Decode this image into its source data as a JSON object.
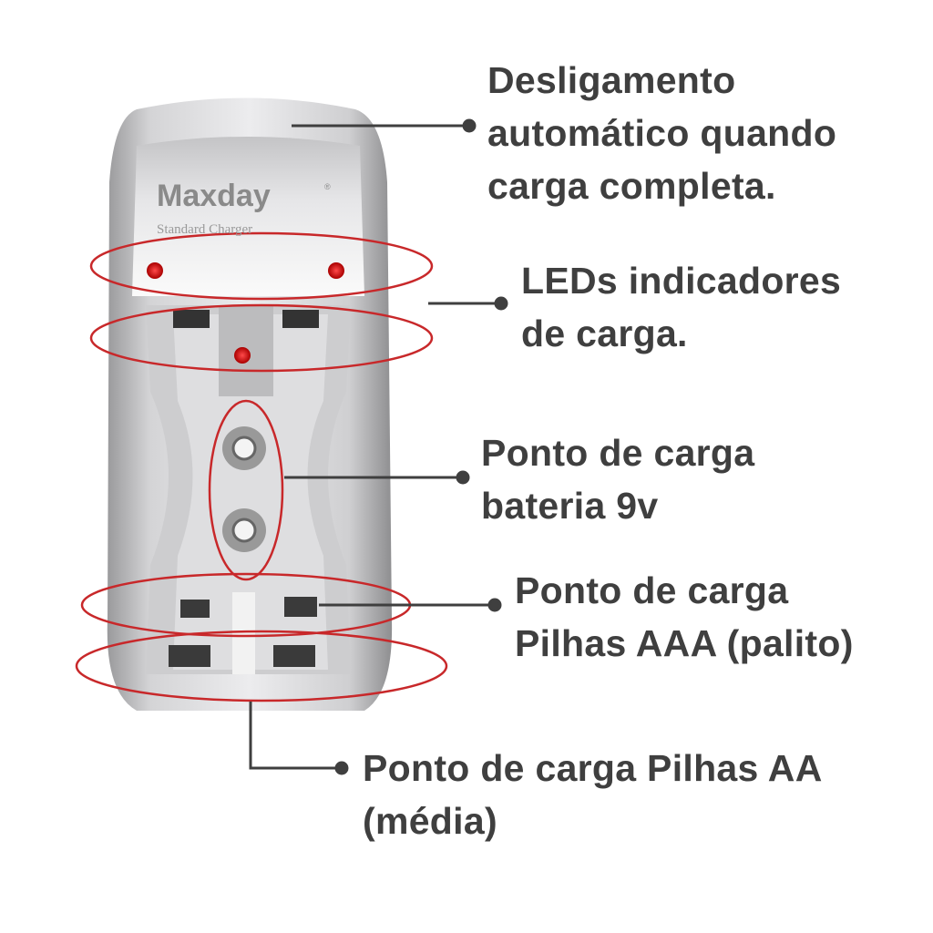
{
  "product": {
    "brand": "Maxday",
    "registered_mark": "®",
    "subtitle": "Standard Charger"
  },
  "callouts": [
    {
      "lines": [
        "Desligamento",
        "automático quando",
        "carga completa."
      ]
    },
    {
      "lines": [
        "LEDs indicadores",
        "de carga."
      ]
    },
    {
      "lines": [
        "Ponto de carga",
        "bateria 9v"
      ]
    },
    {
      "lines": [
        "Ponto de carga",
        "Pilhas AAA (palito)"
      ]
    },
    {
      "lines": [
        "Ponto de carga Pilhas AA",
        "(média)"
      ]
    }
  ],
  "colors": {
    "highlight": "#c8282a",
    "text": "#3f3f3f",
    "led": "#d81818"
  }
}
